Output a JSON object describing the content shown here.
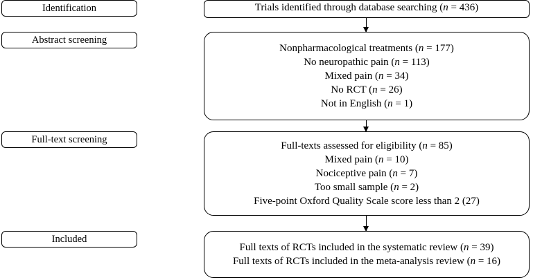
{
  "stages": {
    "identification": "Identification",
    "abstract_screening": "Abstract screening",
    "fulltext_screening": "Full-text screening",
    "included": "Included"
  },
  "boxes": {
    "identified": [
      {
        "pre": "Trials identified through database searching (",
        "n": "n",
        "post": " = 436)"
      }
    ],
    "abstract_excluded": [
      {
        "pre": "Nonpharmacological treatments (",
        "n": "n",
        "post": " = 177)"
      },
      {
        "pre": "No neuropathic pain (",
        "n": "n",
        "post": " = 113)"
      },
      {
        "pre": "Mixed pain (",
        "n": "n",
        "post": " = 34)"
      },
      {
        "pre": "No RCT (",
        "n": "n",
        "post": " = 26)"
      },
      {
        "pre": "Not in English (",
        "n": "n",
        "post": " = 1)"
      }
    ],
    "fulltext": [
      {
        "pre": "Full-texts assessed for eligibility (",
        "n": "n",
        "post": " = 85)"
      },
      {
        "pre": "Mixed pain (",
        "n": "n",
        "post": " = 10)"
      },
      {
        "pre": "Nociceptive pain (",
        "n": "n",
        "post": " = 7)"
      },
      {
        "pre": "Too small sample (",
        "n": "n",
        "post": " = 2)"
      },
      {
        "pre": "Five-point Oxford Quality Scale score less than 2 (27)",
        "n": "",
        "post": ""
      }
    ],
    "included": [
      {
        "pre": "Full texts of RCTs included in the systematic review (",
        "n": "n",
        "post": " = 39)"
      },
      {
        "pre": "Full texts of RCTs included in the meta-analysis review (",
        "n": "n",
        "post": " = 16)"
      }
    ]
  }
}
